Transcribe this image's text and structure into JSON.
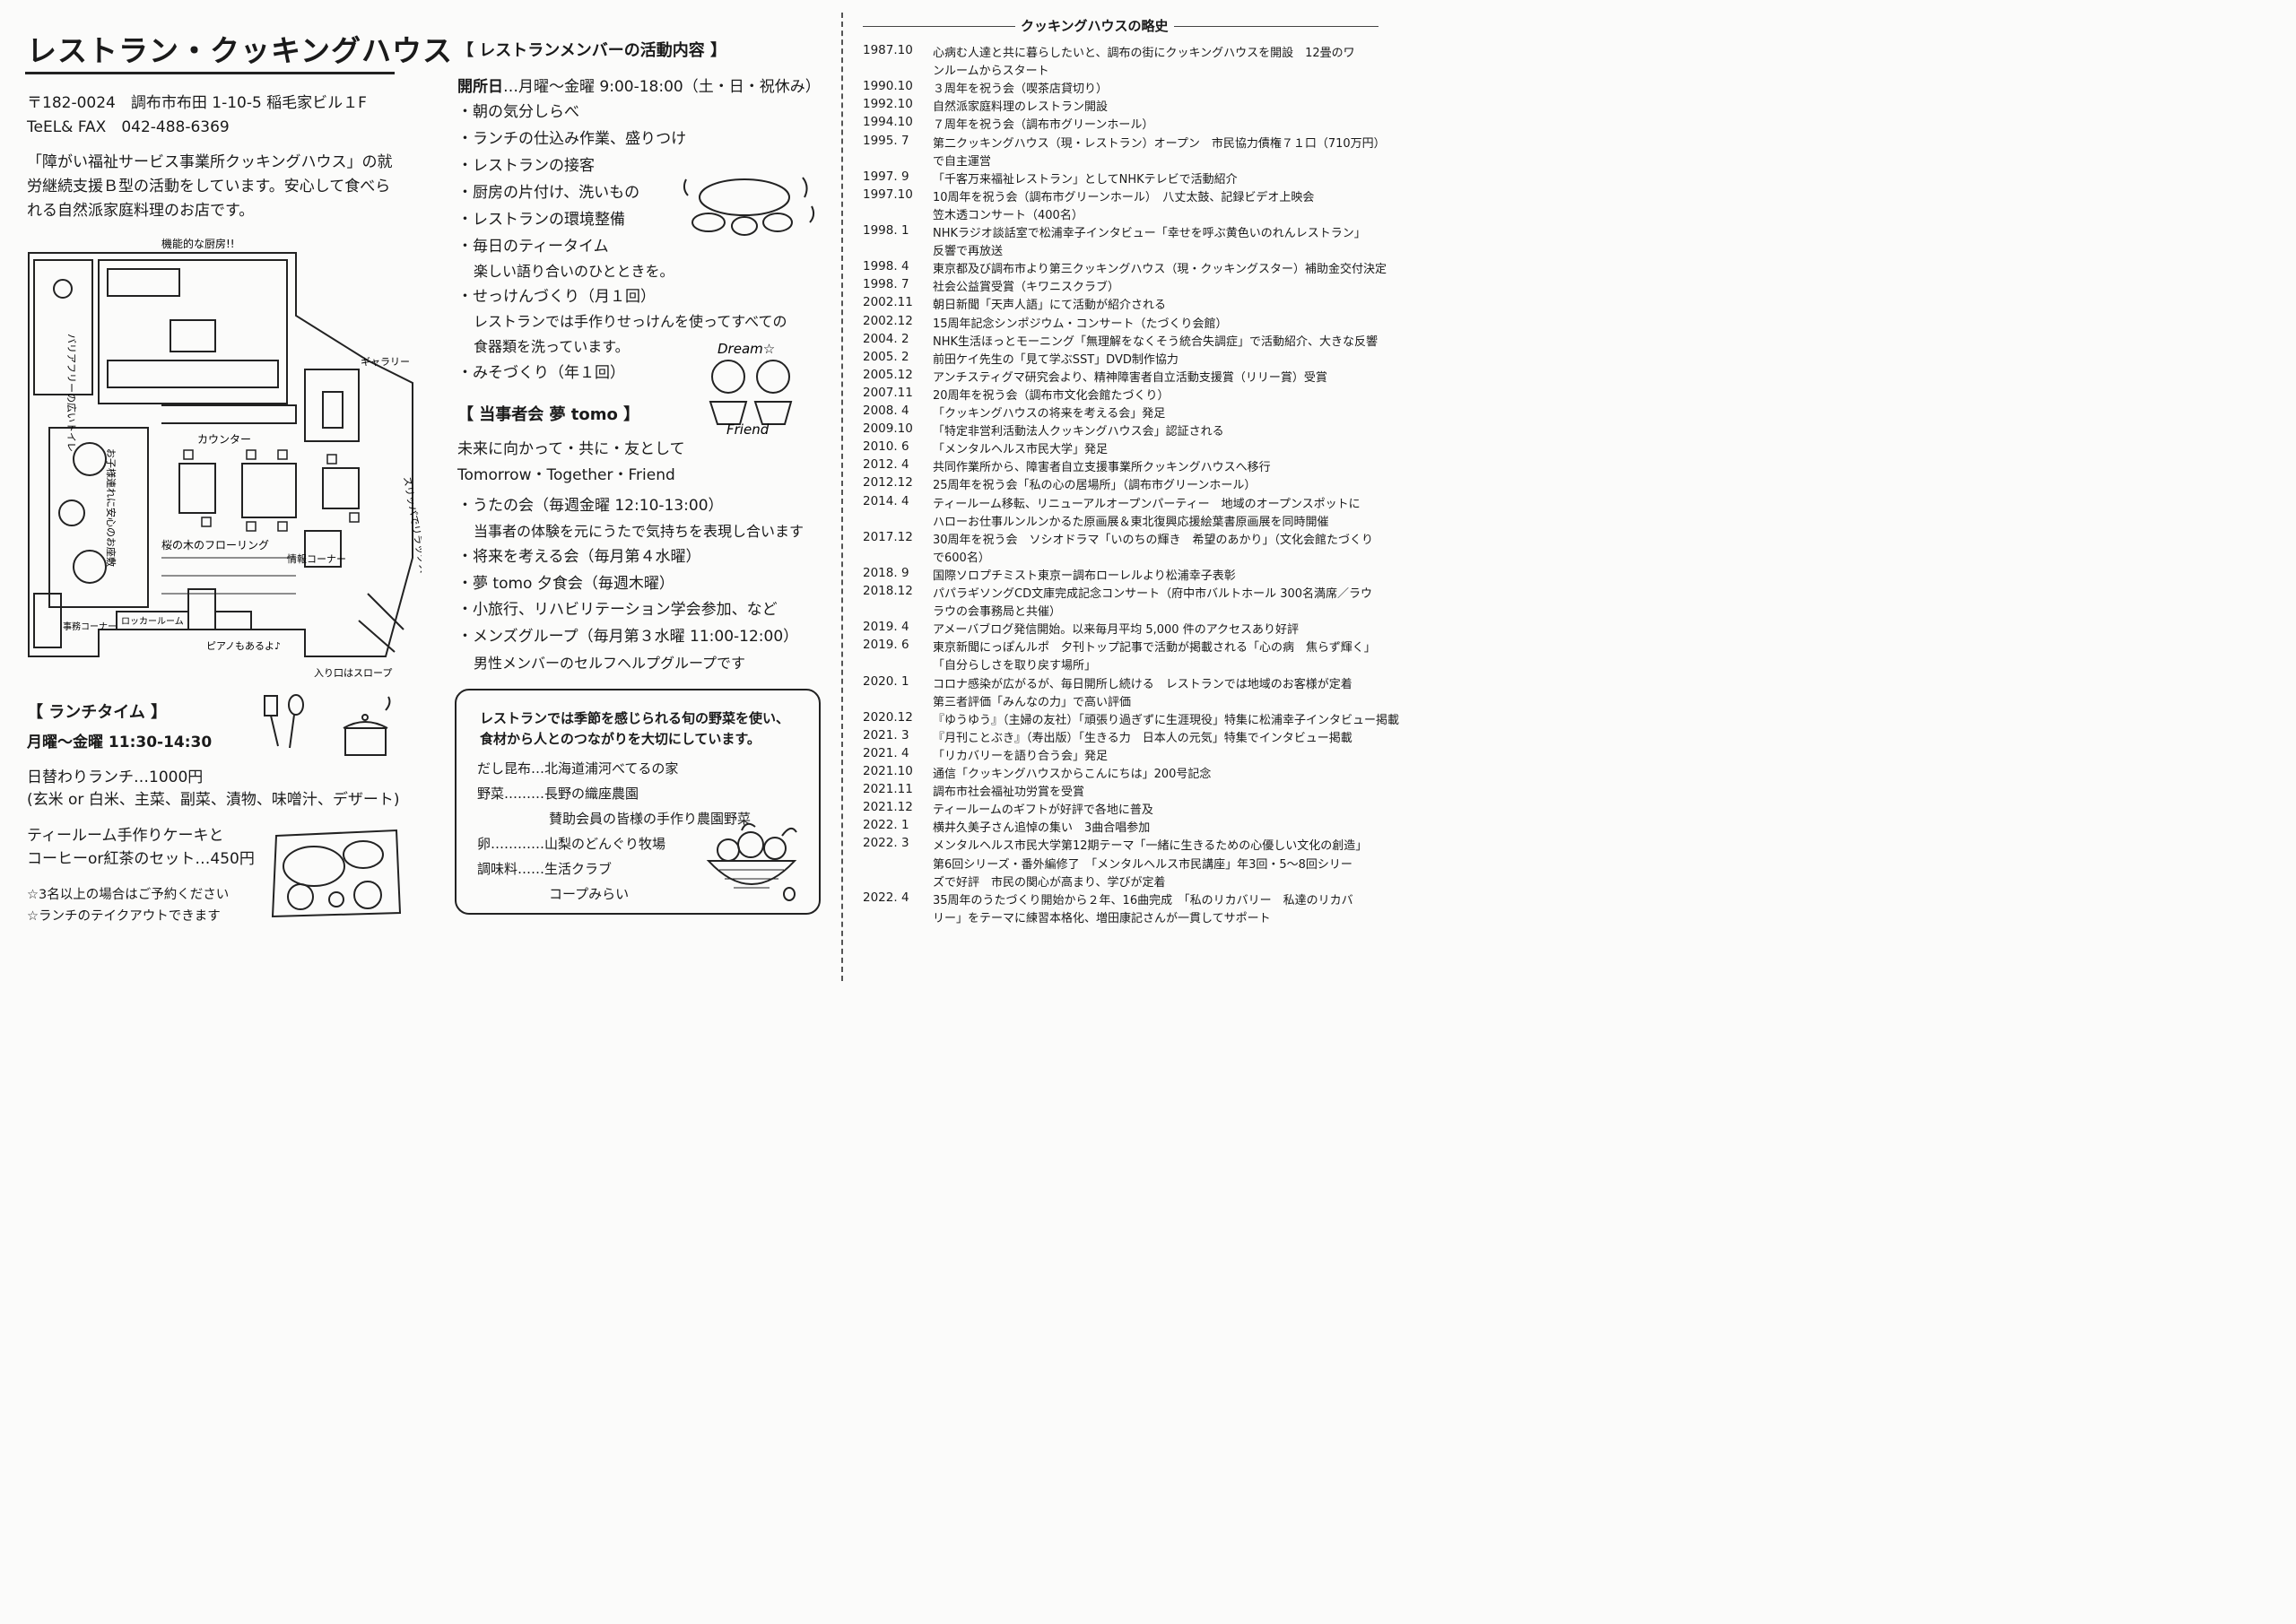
{
  "restaurant": {
    "title": "レストラン・クッキングハウス",
    "address": "〒182-0024　調布市布田 1-10-5 稲毛家ビル１F",
    "tel": "TeEL& FAX　042-488-6369",
    "intro": "「障がい福祉サービス事業所クッキングハウス」の就労継続支援Ｂ型の活動をしています。安心して食べられる自然派家庭料理のお店です。"
  },
  "floorplan_labels": {
    "kitchen": "機能的な厨房!!",
    "toilet": "バリアフリーの広いトイレ",
    "gallery": "ギャラリー",
    "counter": "カウンター",
    "kids": "お子様連れに安心のお座敷",
    "flooring": "桜の木のフローリング",
    "info": "情報コーナー",
    "slippers": "スリッパでリラックス",
    "office": "事務コーナー",
    "locker": "ロッカールーム",
    "piano": "ピアノもあるよ♪",
    "entrance": "入り口はスロープ"
  },
  "lunch": {
    "heading": "【 ランチタイム 】",
    "hours": "月曜～金曜 11:30-14:30",
    "daily": "日替わりランチ…1000円",
    "daily_detail": "(玄米 or 白米、主菜、副菜、漬物、味噌汁、デザート)",
    "cake_line1": "ティールーム手作りケーキと",
    "cake_line2": "コーヒーor紅茶のセット…450円",
    "note1": "☆3名以上の場合はご予約ください",
    "note2": "☆ランチのテイクアウトできます"
  },
  "members": {
    "heading": "【 レストランメンバーの活動内容 】",
    "open_label": "開所日",
    "open_text": "…月曜～金曜 9:00-18:00（土・日・祝休み）",
    "items": [
      "・朝の気分しらべ",
      "・ランチの仕込み作業、盛りつけ",
      "・レストランの接客",
      "・厨房の片付け、洗いもの",
      "・レストランの環境整備",
      "・毎日のティータイム",
      "楽しい語り合いのひとときを。",
      "・せっけんづくり（月１回）",
      "レストランでは手作りせっけんを使ってすべての",
      "食器類を洗っています。",
      "・みそづくり（年１回）"
    ]
  },
  "yumetomo": {
    "heading": "【 当事者会 夢 tomo 】",
    "motto1": "未来に向かって・共に・友として",
    "motto2": "Tomorrow・Together・Friend",
    "illust_top": "Dream☆",
    "illust_bottom": "Friend",
    "items": [
      "・うたの会（毎週金曜 12:10-13:00）",
      "当事者の体験を元にうたで気持ちを表現し合います",
      "・将来を考える会（毎月第４水曜）",
      "・夢 tomo 夕食会（毎週木曜）",
      "・小旅行、リハビリテーション学会参加、など",
      "・メンズグループ（毎月第３水曜 11:00-12:00）",
      "男性メンバーのセルフヘルプグループです"
    ]
  },
  "vegetables": {
    "line1": "レストランでは季節を感じられる旬の野菜を使い、",
    "line2": "食材から人とのつながりを大切にしています。",
    "rows": [
      {
        "label": "だし昆布…",
        "value": "北海道浦河べてるの家"
      },
      {
        "label": "野菜………",
        "value": "長野の織座農園"
      },
      {
        "label": "",
        "value": "賛助会員の皆様の手作り農園野菜"
      },
      {
        "label": "卵…………",
        "value": "山梨のどんぐり牧場"
      },
      {
        "label": "調味料……",
        "value": "生活クラブ"
      },
      {
        "label": "",
        "value": "コープみらい"
      }
    ]
  },
  "history": {
    "title": "クッキングハウスの略史",
    "entries": [
      {
        "year": "1987.10",
        "lines": [
          "心病む人達と共に暮らしたいと、調布の街にクッキングハウスを開設　12畳のワ",
          "ンルームからスタート"
        ]
      },
      {
        "year": "1990.10",
        "lines": [
          "３周年を祝う会（喫茶店貸切り）"
        ]
      },
      {
        "year": "1992.10",
        "lines": [
          "自然派家庭料理のレストラン開設"
        ]
      },
      {
        "year": "1994.10",
        "lines": [
          "７周年を祝う会（調布市グリーンホール）"
        ]
      },
      {
        "year": "1995. 7",
        "lines": [
          "第二クッキングハウス（現・レストラン）オープン　市民協力債権７１口（710万円）",
          "で自主運営"
        ]
      },
      {
        "year": "1997. 9",
        "lines": [
          "「千客万来福祉レストラン」としてNHKテレビで活動紹介"
        ]
      },
      {
        "year": "1997.10",
        "lines": [
          "10周年を祝う会（調布市グリーンホール）　八丈太鼓、記録ビデオ上映会",
          "笠木透コンサート（400名）"
        ]
      },
      {
        "year": "1998. 1",
        "lines": [
          "NHKラジオ談話室で松浦幸子インタビュー「幸せを呼ぶ黄色いのれんレストラン」",
          "反響で再放送"
        ]
      },
      {
        "year": "1998. 4",
        "lines": [
          "東京都及び調布市より第三クッキングハウス（現・クッキングスター）補助金交付決定"
        ]
      },
      {
        "year": "1998. 7",
        "lines": [
          "社会公益賞受賞（キワニスクラブ）"
        ]
      },
      {
        "year": "2002.11",
        "lines": [
          "朝日新聞「天声人語」にて活動が紹介される"
        ]
      },
      {
        "year": "2002.12",
        "lines": [
          "15周年記念シンポジウム・コンサート（たづくり会館）"
        ]
      },
      {
        "year": "2004. 2",
        "lines": [
          "NHK生活ほっとモーニング「無理解をなくそう統合失調症」で活動紹介、大きな反響"
        ]
      },
      {
        "year": "2005. 2",
        "lines": [
          "前田ケイ先生の「見て学ぶSST」DVD制作協力"
        ]
      },
      {
        "year": "2005.12",
        "lines": [
          "アンチスティグマ研究会より、精神障害者自立活動支援賞（リリー賞）受賞"
        ]
      },
      {
        "year": "2007.11",
        "lines": [
          "20周年を祝う会（調布市文化会館たづくり）"
        ]
      },
      {
        "year": "2008. 4",
        "lines": [
          "「クッキングハウスの将来を考える会」発足"
        ]
      },
      {
        "year": "2009.10",
        "lines": [
          "「特定非営利活動法人クッキングハウス会」認証される"
        ]
      },
      {
        "year": "2010. 6",
        "lines": [
          "「メンタルヘルス市民大学」発足"
        ]
      },
      {
        "year": "2012. 4",
        "lines": [
          "共同作業所から、障害者自立支援事業所クッキングハウスへ移行"
        ]
      },
      {
        "year": "2012.12",
        "lines": [
          "25周年を祝う会「私の心の居場所」（調布市グリーンホール）"
        ]
      },
      {
        "year": "2014. 4",
        "lines": [
          "ティールーム移転、リニューアルオープンパーティー　地域のオープンスポットに",
          "ハローお仕事ルンルンかるた原画展＆東北復興応援絵葉書原画展を同時開催"
        ]
      },
      {
        "year": "2017.12",
        "lines": [
          "30周年を祝う会　ソシオドラマ「いのちの輝き　希望のあかり」（文化会館たづくり",
          "で600名）"
        ]
      },
      {
        "year": "2018. 9",
        "lines": [
          "国際ソロプチミスト東京ー調布ローレルより松浦幸子表彰"
        ]
      },
      {
        "year": "2018.12",
        "lines": [
          "パパラギソングCD文庫完成記念コンサート（府中市バルトホール 300名満席／ラウ",
          "ラウの会事務局と共催）"
        ]
      },
      {
        "year": "2019. 4",
        "lines": [
          "アメーバブログ発信開始。以来毎月平均 5,000 件のアクセスあり好評"
        ]
      },
      {
        "year": "2019. 6",
        "lines": [
          "東京新聞にっぽんルポ　夕刊トップ記事で活動が掲載される「心の病　焦らず輝く」",
          "「自分らしさを取り戻す場所」"
        ]
      },
      {
        "year": "2020. 1",
        "lines": [
          "コロナ感染が広がるが、毎日開所し続ける　レストランでは地域のお客様が定着",
          "第三者評価「みんなの力」で高い評価"
        ]
      },
      {
        "year": "2020.12",
        "lines": [
          "『ゆうゆう』（主婦の友社）「頑張り過ぎずに生涯現役」特集に松浦幸子インタビュー掲載"
        ]
      },
      {
        "year": "2021. 3",
        "lines": [
          "『月刊ことぶき』（寿出版）「生きる力　日本人の元気」特集でインタビュー掲載"
        ]
      },
      {
        "year": "2021. 4",
        "lines": [
          "「リカバリーを語り合う会」発足"
        ]
      },
      {
        "year": "2021.10",
        "lines": [
          "通信「クッキングハウスからこんにちは」200号記念"
        ]
      },
      {
        "year": "2021.11",
        "lines": [
          "調布市社会福祉功労賞を受賞"
        ]
      },
      {
        "year": "2021.12",
        "lines": [
          "ティールームのギフトが好評で各地に普及"
        ]
      },
      {
        "year": "2022. 1",
        "lines": [
          "横井久美子さん追悼の集い　3曲合唱参加"
        ]
      },
      {
        "year": "2022. 3",
        "lines": [
          "メンタルヘルス市民大学第12期テーマ「一緒に生きるための心優しい文化の創造」",
          "第6回シリーズ・番外編修了　「メンタルヘルス市民講座」年3回・5～8回シリー",
          "ズで好評　市民の関心が高まり、学びが定着"
        ]
      },
      {
        "year": "2022. 4",
        "lines": [
          "35周年のうたづくり開始から２年、16曲完成　「私のリカバリー　私達のリカバ",
          "リー」をテーマに練習本格化、増田康記さんが一貫してサポート"
        ]
      }
    ]
  }
}
